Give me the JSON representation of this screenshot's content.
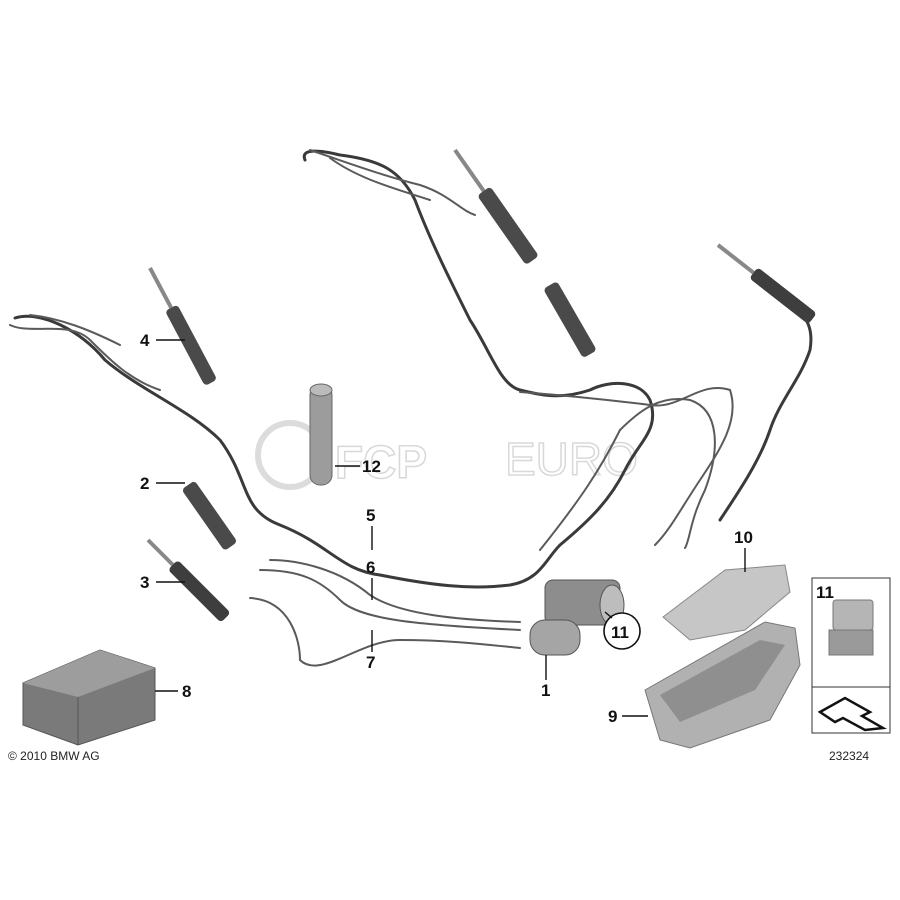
{
  "diagram": {
    "callouts": {
      "c1": "1",
      "c2": "2",
      "c3": "3",
      "c4": "4",
      "c5": "5",
      "c6": "6",
      "c7": "7",
      "c8": "8",
      "c9": "9",
      "c10": "10",
      "c11_circle": "11",
      "c11_box": "11",
      "c12": "12"
    },
    "copyright": "© 2010 BMW AG",
    "part_number": "232324",
    "watermark": "FCP EURO"
  }
}
